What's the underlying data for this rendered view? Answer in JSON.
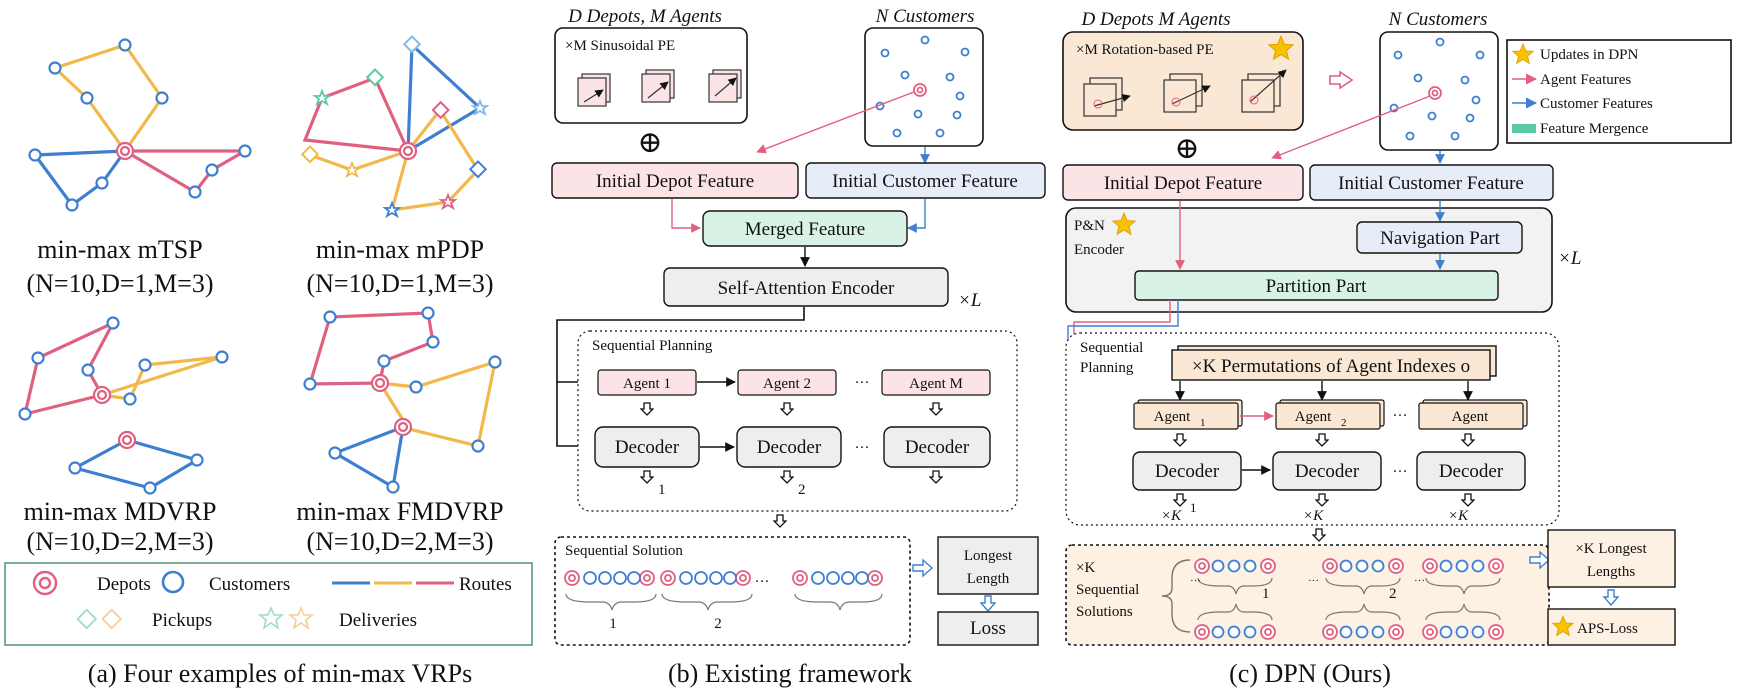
{
  "colors": {
    "red": "#e06080",
    "blue": "#3f7fd0",
    "orange": "#f2b84b",
    "green": "#5cc9a0",
    "pink_fill": "#fbe3e6",
    "blue_fill": "#e6ecf8",
    "green_fill": "#d9f2e6",
    "peach_fill": "#fbe8d4",
    "gray_fill": "#eeeeee",
    "star": "#f7c200"
  },
  "panel_a": {
    "caption": "(a)  Four examples of min-max VRPs",
    "examples": [
      {
        "title": "min-max mTSP",
        "params": "(N=10,D=1,M=3)"
      },
      {
        "title": "min-max mPDP",
        "params": "(N=10,D=1,M=3)"
      },
      {
        "title": "min-max MDVRP",
        "params": "(N=10,D=2,M=3)"
      },
      {
        "title": "min-max FMDVRP",
        "params": "(N=10,D=2,M=3)"
      }
    ],
    "legend": {
      "depots": "Depots",
      "customers": "Customers",
      "routes": "Routes",
      "pickups": "Pickups",
      "deliveries": "Deliveries"
    }
  },
  "panel_b": {
    "caption": "(b)  Existing framework",
    "depots_header": "D Depots, M Agents",
    "customers_header": "N Customers",
    "pe_box": "×M Sinusoidal PE",
    "oplus": "⊕",
    "initial_depot": "Initial Depot Feature",
    "initial_customer": "Initial Customer Feature",
    "merged": "Merged Feature",
    "encoder": "Self-Attention Encoder",
    "times_l": "×L",
    "seq_planning": "Sequential Planning",
    "agents": [
      "Agent 1",
      "Agent 2",
      "Agent M"
    ],
    "decoder": "Decoder",
    "dots": "···",
    "step_nums": [
      "1",
      "2"
    ],
    "seq_solution": "Sequential Solution",
    "longest": "Longest Length",
    "loss": "Loss"
  },
  "panel_c": {
    "caption": "(c)  DPN (Ours)",
    "depots_header": "D Depots M Agents",
    "customers_header": "N Customers",
    "pe_box": "×M Rotation-based PE",
    "oplus": "⊕",
    "initial_depot": "Initial Depot Feature",
    "initial_customer": "Initial Customer Feature",
    "encoder_label": "P&N Encoder",
    "navigation": "Navigation Part",
    "partition": "Partition Part",
    "times_l": "×L",
    "seq_planning": "Sequential Planning",
    "permutations": "×K Permutations of Agent Indexes o",
    "agent": "Agent",
    "agent_subs": [
      "1",
      "2"
    ],
    "decoder": "Decoder",
    "times_k": "×K",
    "step_num": "1",
    "dots": "···",
    "solutions_label": "×K Sequential Solutions",
    "sol_nums": [
      "1",
      "2"
    ],
    "longest": "×K Longest Lengths",
    "loss": "APS-Loss"
  },
  "legend_c": {
    "updates": "Updates in DPN",
    "agent_features": "Agent Features",
    "customer_features": "Customer Features",
    "mergence": "Feature Mergence"
  }
}
